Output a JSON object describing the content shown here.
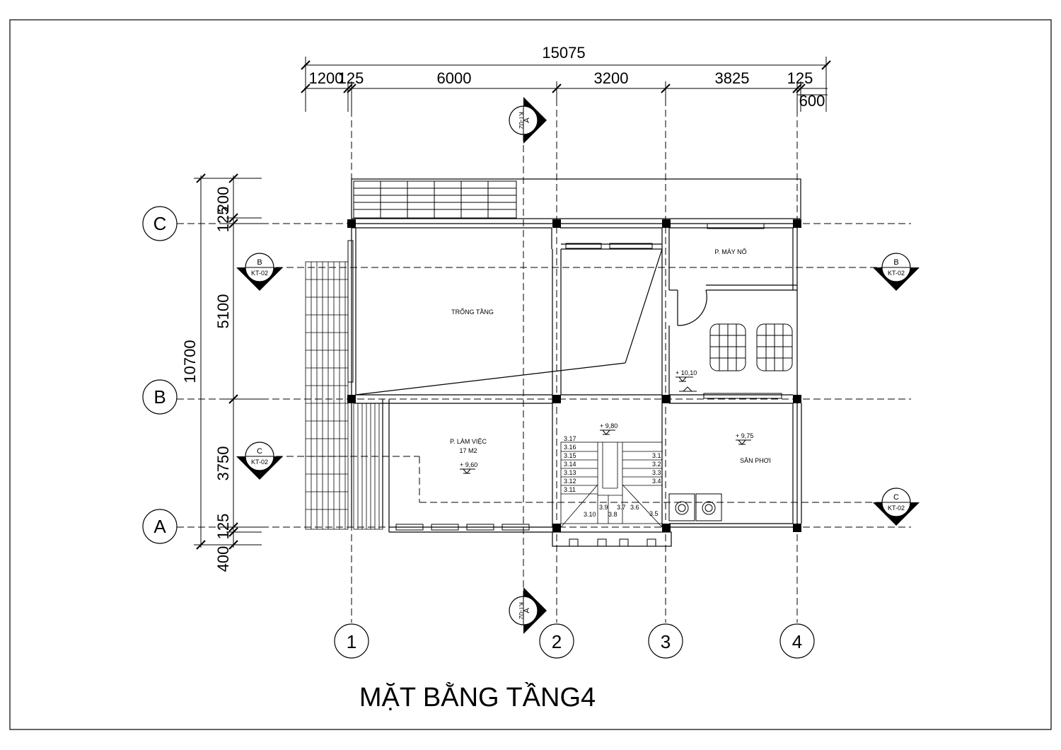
{
  "title": "MẶT BẰNG TẦNG4",
  "dimensions": {
    "top_total": "15075",
    "top_segments": [
      "1200",
      "125",
      "6000",
      "3200",
      "3825",
      "125"
    ],
    "top_extra": "600",
    "left_total": "10700",
    "left_segments": [
      "200",
      "125",
      "5100",
      "3750",
      "125",
      "400"
    ]
  },
  "grid_axes": {
    "rows": [
      "C",
      "B",
      "A"
    ],
    "columns": [
      "1",
      "2",
      "3",
      "4"
    ]
  },
  "section_marks": {
    "A_label": "A",
    "B_label": "B",
    "C_label": "C",
    "sheet": "KT-02"
  },
  "rooms": {
    "void": "TRỐNG TẦNG",
    "generator": "P. MÁY NỔ",
    "office": "P. LÀM VIỆC",
    "office_area": "17 M2",
    "drying_yard": "SÂN PHƠI"
  },
  "levels": {
    "office": "+ 9,60",
    "stair": "+ 9,80",
    "drying": "+ 9,75",
    "generator": "+ 10,10"
  },
  "stair_steps": {
    "left": [
      "3.17",
      "3.16",
      "3.15",
      "3.14",
      "3.13",
      "3.12",
      "3.11"
    ],
    "right": [
      "3.1",
      "3.2",
      "3.3",
      "3.4"
    ],
    "bottom": [
      "3.10",
      "3.9",
      "3.8",
      "3.7",
      "3.6",
      "3.5"
    ]
  }
}
